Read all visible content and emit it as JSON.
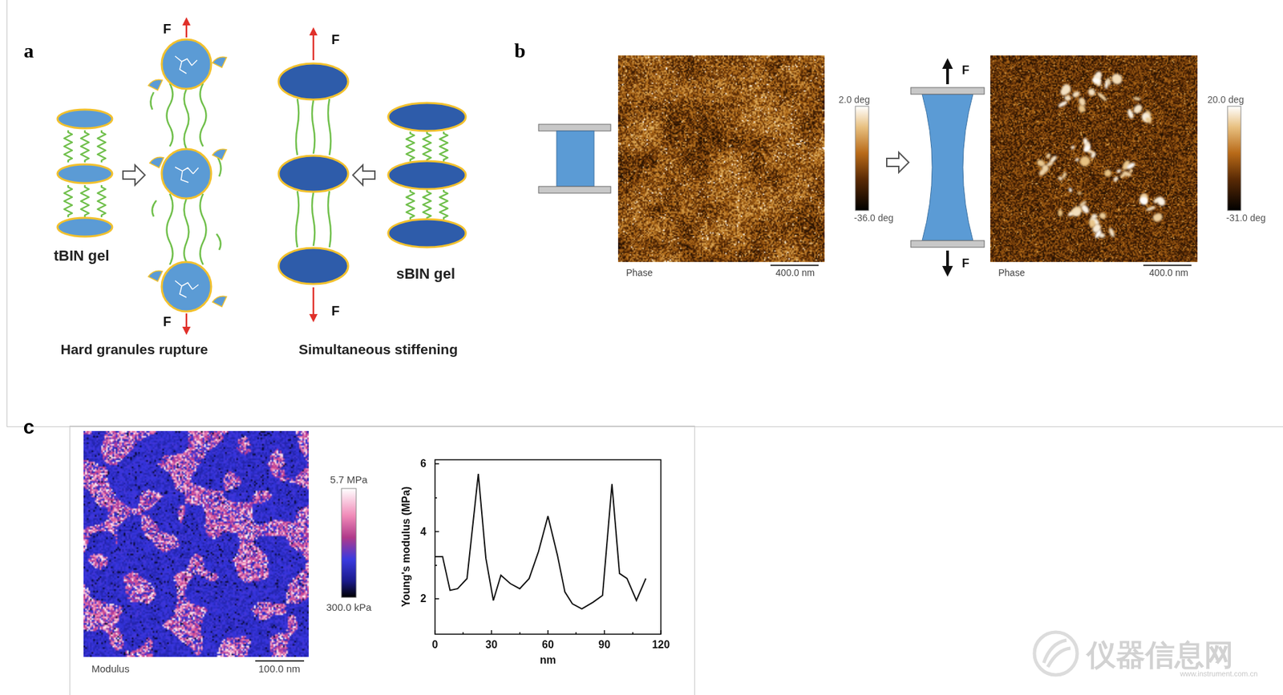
{
  "diagram": {
    "labels": [
      "a",
      "F",
      "F",
      "tBIN gel",
      "sBIN gel",
      "F",
      "F",
      "Hard granules rupture",
      "Simultaneous stiffening",
      "b",
      "F",
      "2.0 deg",
      "20.0 deg",
      "-36.0 deg",
      "-31.0 deg",
      "F",
      "Phase",
      "400.0 nm",
      "Phase",
      "400.0 nm",
      "c",
      "5.7 MPa",
      "6",
      "4",
      "Young's modulus (MPa)",
      "2",
      "300.0 kPa",
      "Modulus",
      "100.0 nm",
      "0",
      "30",
      "60",
      "90",
      "120",
      "nm",
      "仪器信息网",
      "www.instrument.com.cn"
    ]
  }
}
